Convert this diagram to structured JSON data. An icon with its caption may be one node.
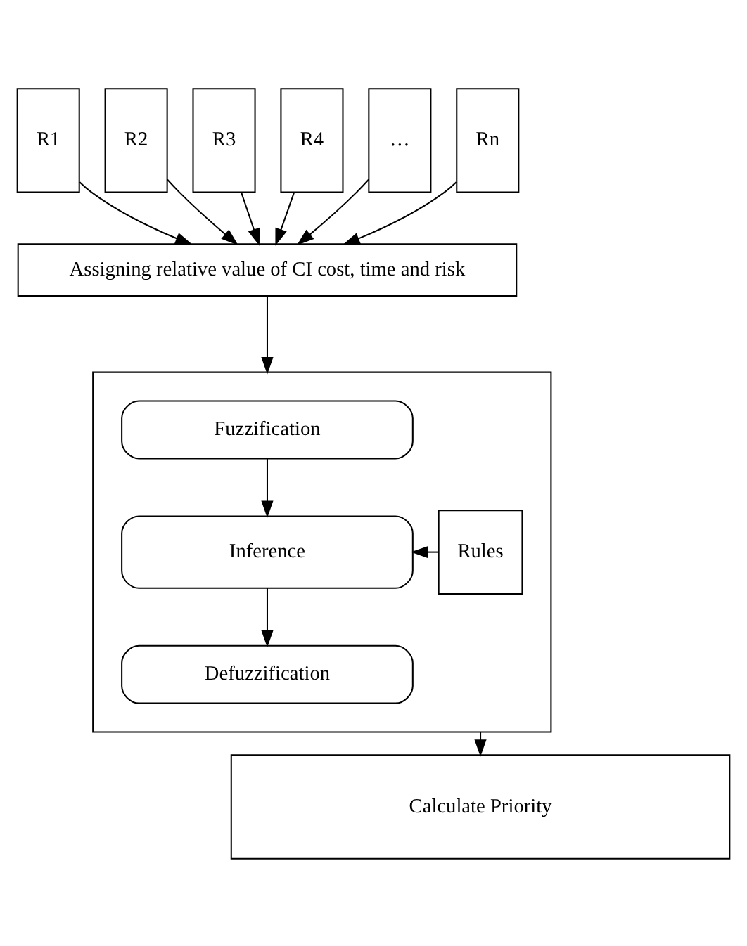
{
  "diagram": {
    "nodes": [
      {
        "text": [
          "R1"
        ]
      },
      {
        "text": [
          "R2"
        ]
      },
      {
        "text": [
          "R3"
        ]
      },
      {
        "text": [
          "R4"
        ]
      },
      {
        "text": [
          "…"
        ]
      },
      {
        "text": [
          "Rn"
        ]
      },
      {
        "text": [
          "Assigning relative value of CI cost, time and risk"
        ]
      },
      {
        "text": [],
        "shape": "box"
      },
      {
        "text": [
          "Fuzzification"
        ],
        "in": 7
      },
      {
        "text": [
          "Inference"
        ],
        "in": 7
      },
      {
        "text": [
          "Defuzzification"
        ],
        "in": 7
      },
      {
        "text": [
          "Rules"
        ],
        "in": 7
      },
      {
        "text": [
          "Calculate Priority"
        ]
      }
    ],
    "edges": [
      {
        "from": 0,
        "to": 6,
        "arrow": "to"
      },
      {
        "from": 1,
        "to": 6,
        "arrow": "to"
      },
      {
        "from": 2,
        "to": 6,
        "arrow": "to"
      },
      {
        "from": 3,
        "to": 6,
        "arrow": "to"
      },
      {
        "from": 4,
        "to": 6,
        "arrow": "to"
      },
      {
        "from": 5,
        "to": 6,
        "arrow": "to"
      },
      {
        "from": 6,
        "to": 7,
        "arrow": "to"
      },
      {
        "from": 8,
        "to": 9,
        "arrow": "to"
      },
      {
        "from": 9,
        "to": 10,
        "arrow": "to"
      },
      {
        "from": 11,
        "to": 9,
        "arrow": "to"
      },
      {
        "from": 7,
        "to": 12,
        "arrow": "to"
      }
    ]
  }
}
